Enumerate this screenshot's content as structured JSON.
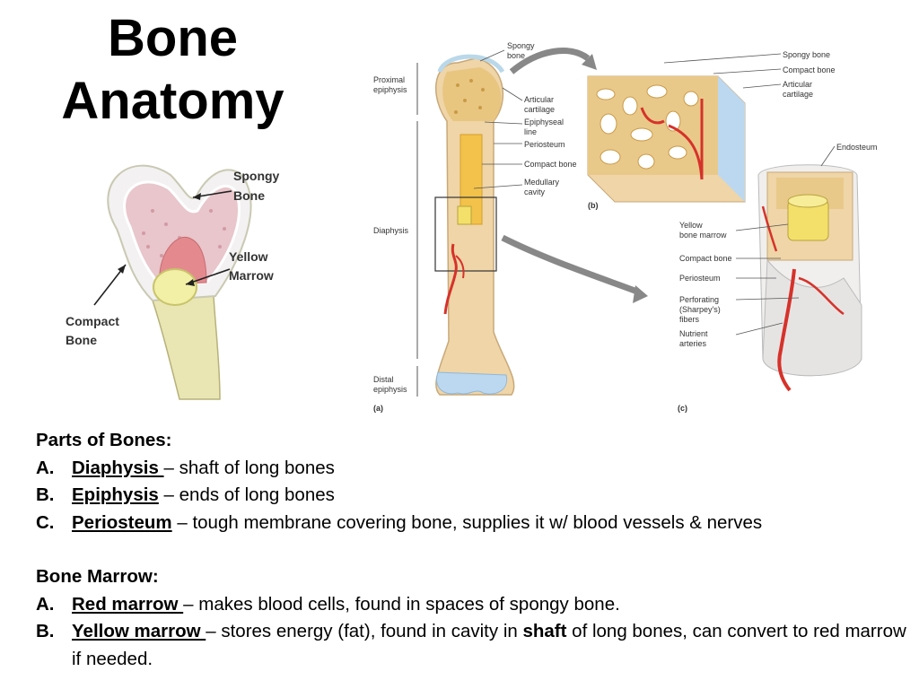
{
  "title": {
    "line1": "Bone",
    "line2": "Anatomy"
  },
  "left_figure": {
    "labels": {
      "spongy": [
        "Spongy",
        "Bone"
      ],
      "yellow": [
        "Yellow",
        "Marrow"
      ],
      "compact": [
        "Compact",
        "Bone"
      ]
    }
  },
  "right_figure": {
    "labels_a": {
      "proximal": [
        "Proximal",
        "epiphysis"
      ],
      "diaphysis": "Diaphysis",
      "distal": [
        "Distal",
        "epiphysis"
      ],
      "spongy": [
        "Spongy",
        "bone"
      ],
      "articular": [
        "Articular",
        "cartilage"
      ],
      "epiphyseal": [
        "Epiphyseal",
        "line"
      ],
      "periosteum": "Periosteum",
      "compact": "Compact bone",
      "medullary": [
        "Medullary",
        "cavity"
      ],
      "panel_a": "(a)"
    },
    "labels_b": {
      "spongy": "Spongy bone",
      "compact": "Compact bone",
      "articular": [
        "Articular",
        "cartilage"
      ],
      "panel_b": "(b)"
    },
    "labels_c": {
      "endosteum": "Endosteum",
      "yellow": [
        "Yellow",
        "bone marrow"
      ],
      "compact": "Compact bone",
      "periosteum": "Periosteum",
      "perforating": [
        "Perforating",
        "(Sharpey's)",
        "fibers"
      ],
      "nutrient": [
        "Nutrient",
        "arteries"
      ],
      "panel_c": "(c)"
    }
  },
  "parts": {
    "heading": "Parts of Bones:",
    "items": [
      {
        "letter": "A.",
        "term": "Diaphysis ",
        "desc": " – shaft of long bones"
      },
      {
        "letter": "B.",
        "term": "Epiphysis",
        "desc": " – ends of long bones"
      },
      {
        "letter": "C.",
        "term": "Periosteum",
        "desc": " – tough membrane covering bone, supplies it w/ blood vessels & nerves"
      }
    ]
  },
  "marrow": {
    "heading": "Bone Marrow:",
    "items": [
      {
        "letter": "A.",
        "term": "Red marrow ",
        "desc": "– makes blood cells, found in spaces of spongy bone."
      },
      {
        "letter": "B.",
        "term": "Yellow marrow ",
        "desc": "– stores energy (fat), found in cavity in ",
        "emph": "shaft",
        "desc2": " of long bones, can convert to red marrow if needed."
      }
    ]
  }
}
